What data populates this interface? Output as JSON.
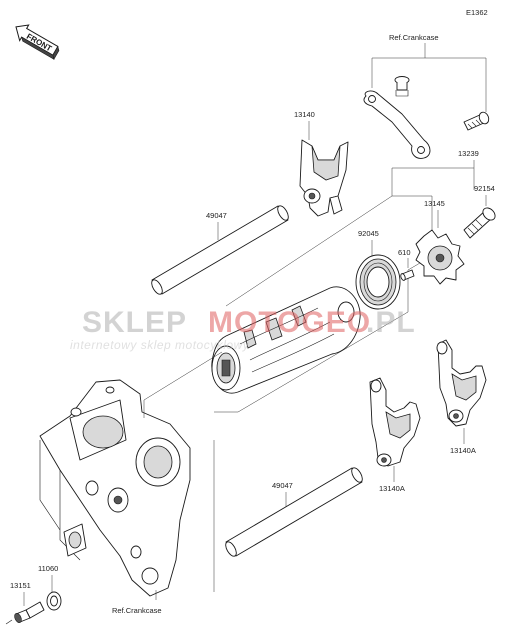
{
  "diagram": {
    "code": "E1362",
    "front_label": "FRONT",
    "watermark_brand_a": "SKLEP",
    "watermark_brand_b": "MOTOGEO",
    "watermark_tld": ".PL",
    "watermark_sub": "internetowy sklep motocyklowy"
  },
  "labels": {
    "ref_crankcase_top": "Ref.Crankcase",
    "ref_crankcase_bottom": "Ref.Crankcase",
    "p13140_top": "13140",
    "p13239": "13239",
    "p92154": "92154",
    "p13145": "13145",
    "p49047_top": "49047",
    "p92045": "92045",
    "p610": "610",
    "p13140a_right": "13140A",
    "p13140a_mid": "13140A",
    "p49047_bottom": "49047",
    "p11060": "11060",
    "p13151": "13151"
  }
}
